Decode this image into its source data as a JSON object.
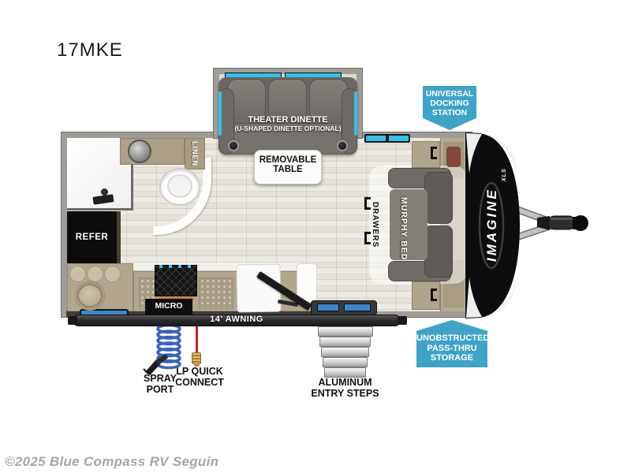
{
  "title": "17MKE",
  "copyright": "©2025 Blue Compass RV Seguin",
  "colors": {
    "badge_blue": "#3FA3C7",
    "accent_cyan": "#35C0E8",
    "window_blue": "#3D87C9",
    "awning_dark": "#2A2A2D",
    "counter_tan": "#B2A78D",
    "couch_gray": "#6B6864",
    "cap_black": "#0D0D0F",
    "lp_red": "#C21F1F",
    "coil_blue": "#3D63B8"
  },
  "floorplan": {
    "slide_label": {
      "line1": "THEATER DINETTE",
      "line2": "(U-SHAPED DINETTE OPTIONAL)"
    },
    "table_label": {
      "line1": "REMOVABLE",
      "line2": "TABLE"
    },
    "rooms": {
      "linen": "LINEN",
      "refer": "REFER",
      "micro": "MICRO",
      "drawers": "DRAWERS",
      "murphy_bed": "MURPHY BED"
    },
    "awning_label": "14' AWNING",
    "brand": {
      "name": "IMAGINE",
      "series": "XLS"
    }
  },
  "callouts": {
    "docking": {
      "line1": "UNIVERSAL",
      "line2": "DOCKING",
      "line3": "STATION"
    },
    "passthru": {
      "line1": "UNOBSTRUCTED",
      "line2": "PASS-THRU",
      "line3": "STORAGE"
    },
    "spray": {
      "line1": "SPRAY",
      "line2": "PORT"
    },
    "lp": {
      "line1": "LP QUICK",
      "line2": "CONNECT"
    },
    "steps": {
      "line1": "ALUMINUM",
      "line2": "ENTRY STEPS"
    }
  }
}
